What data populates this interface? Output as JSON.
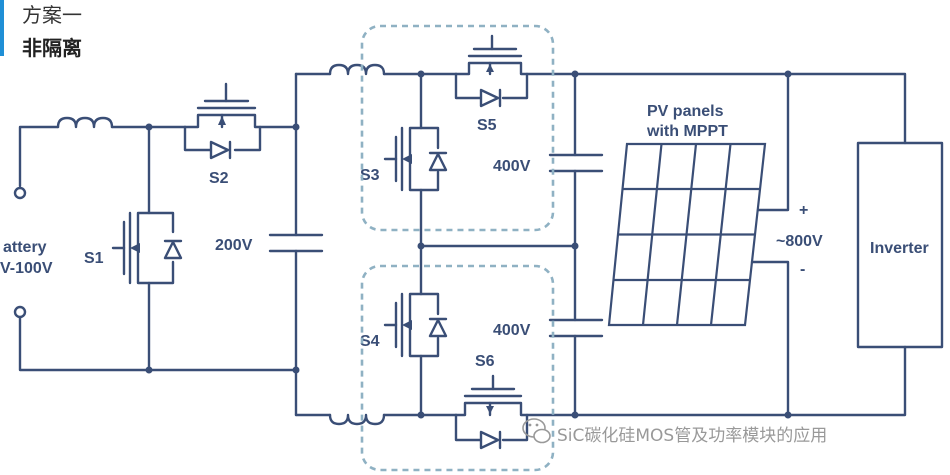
{
  "header": {
    "title": "方案一",
    "subtitle": "非隔离"
  },
  "accent_color": "#1f8fd6",
  "line_color": "#3a4e76",
  "labels": {
    "battery_line1": "attery",
    "battery_line2": "V-100V",
    "s1": "S1",
    "s2": "S2",
    "s3": "S3",
    "s4": "S4",
    "s5": "S5",
    "s6": "S6",
    "v200": "200V",
    "v400_top": "400V",
    "v400_bottom": "400V",
    "pv_line1": "PV panels",
    "pv_line2": "with MPPT",
    "plus": "+",
    "v800": "~800V",
    "minus": "-",
    "inverter": "Inverter"
  },
  "watermark": {
    "icon": "wechat-icon",
    "text": "SiC碳化硅MOS管及功率模块的应用"
  }
}
